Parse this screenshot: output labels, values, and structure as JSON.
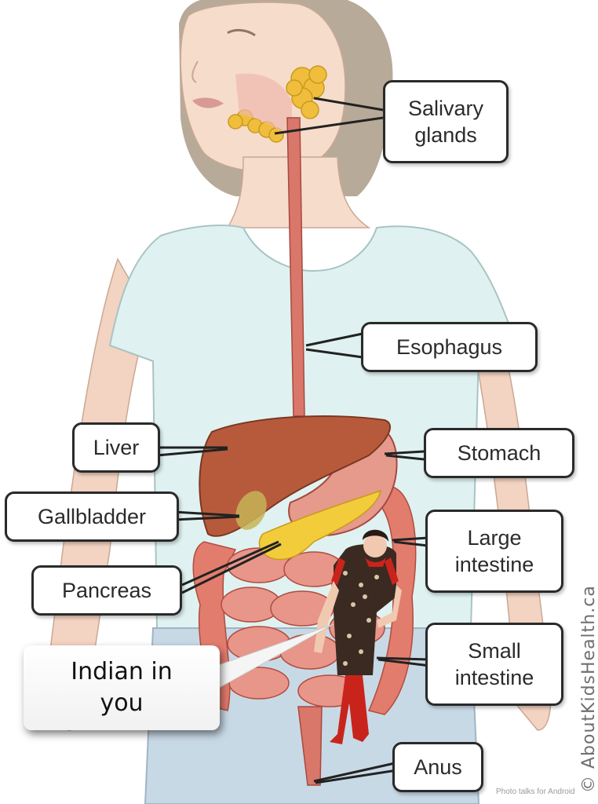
{
  "labels": {
    "salivary_glands": "Salivary\nglands",
    "esophagus": "Esophagus",
    "liver": "Liver",
    "stomach": "Stomach",
    "gallbladder": "Gallbladder",
    "large_intestine": "Large\nintestine",
    "pancreas": "Pancreas",
    "small_intestine": "Small\nintestine",
    "anus": "Anus"
  },
  "overlay_caption": "Indian in\nyou",
  "watermark": "© AboutKidsHealth.ca",
  "credit": "Photo talks for Android",
  "colors": {
    "skin": "#f6dccb",
    "shirt": "#dff2f1",
    "hair": "#b8aa99",
    "liver": "#b75a3c",
    "stomach": "#e59a8c",
    "intestine": "#e27d6e",
    "pancreas": "#f2cc3a",
    "glands": "#f0be3c",
    "dress_red": "#c9241c",
    "dress_print": "#3a2a22"
  }
}
